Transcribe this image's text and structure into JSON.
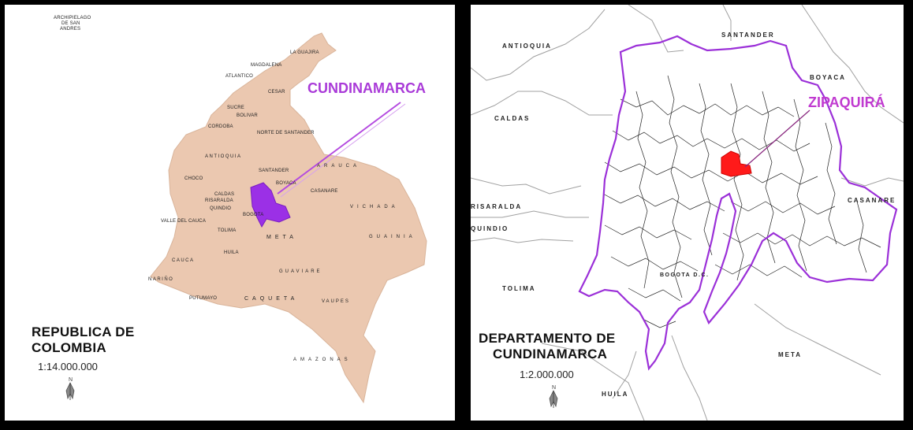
{
  "left_map": {
    "title_line1": "REPUBLICA DE",
    "title_line2": "COLOMBIA",
    "scale": "1:14.000.000",
    "callout": "CUNDINAMARCA",
    "callout_color": "#a93ad8",
    "country_fill": "#ebc8b0",
    "highlight_fill": "#9b30e6",
    "labels": {
      "san_andres_1": "ARCHIPIELAGO",
      "san_andres_2": "DE SAN",
      "san_andres_3": "ANDRES",
      "la_guajira": "LA GUAJIRA",
      "magdalena": "MAGDALENA",
      "atlantico": "ATLANTICO",
      "cesar": "CESAR",
      "sucre": "SUCRE",
      "bolivar": "BOLIVAR",
      "cordoba": "CORDOBA",
      "norte_santander": "NORTE DE SANTANDER",
      "antioquia": "ANTIOQUIA",
      "santander": "SANTANDER",
      "arauca": "ARAUCA",
      "choco": "CHOCO",
      "boyaca": "BOYACA",
      "casanare": "CASANARE",
      "caldas": "CALDAS",
      "risaralda": "RISARALDA",
      "quindio": "QUINDIO",
      "bogota": "BOGOTA",
      "vichada": "VICHADA",
      "valle": "VALLE DEL CAUCA",
      "tolima": "TOLIMA",
      "meta": "META",
      "guainia": "GUAINIA",
      "huila": "HUILA",
      "cauca": "CAUCA",
      "guaviare": "GUAVIARE",
      "narino": "NARIÑO",
      "putumayo": "PUTUMAYO",
      "caqueta": "CAQUETA",
      "vaupes": "VAUPES",
      "amazonas": "AMAZONAS"
    }
  },
  "right_map": {
    "title_line1": "DEPARTAMENTO DE",
    "title_line2": "CUNDINAMARCA",
    "scale": "1:2.000.000",
    "callout": "ZIPAQUIRÁ",
    "callout_color": "#c03ad0",
    "boundary_color": "#9b30d8",
    "highlight_fill": "#ff1a1a",
    "labels": {
      "santander": "SANTANDER",
      "antioquia": "ANTIOQUIA",
      "boyaca": "BOYACA",
      "caldas": "CALDAS",
      "casanare": "CASANARE",
      "risaralda": "RISARALDA",
      "quindio": "QUINDIO",
      "tolima": "TOLIMA",
      "bogota": "BOGOTA D.C.",
      "meta": "META",
      "huila": "HUILA"
    }
  }
}
